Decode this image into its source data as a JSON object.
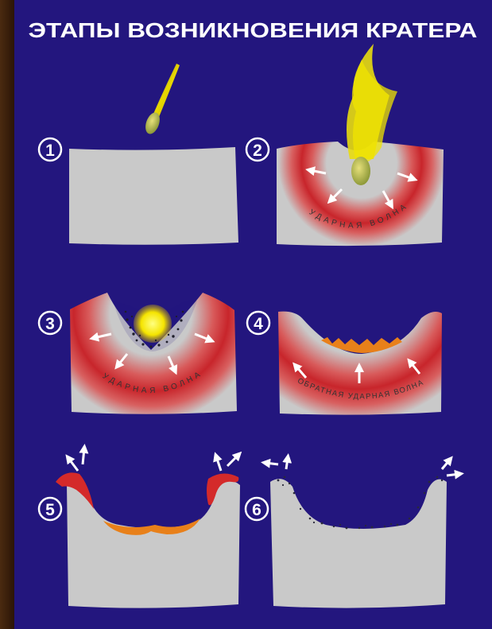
{
  "title": "ЭТАПЫ ВОЗНИКНОВЕНИЯ КРАТЕРА",
  "stages": [
    {
      "number": "1"
    },
    {
      "number": "2",
      "label": "УДАРНАЯ ВОЛНА"
    },
    {
      "number": "3",
      "label": "УДАРНАЯ ВОЛНА"
    },
    {
      "number": "4",
      "label": "ОБРАТНАЯ УДАРНАЯ ВОЛНА"
    },
    {
      "number": "5"
    },
    {
      "number": "6"
    }
  ],
  "colors": {
    "background": "#23167e",
    "ground": "#c9c9c9",
    "shockwave": "#c8252b",
    "fireball": "#f5e400",
    "ejecta": "#e8801a"
  }
}
